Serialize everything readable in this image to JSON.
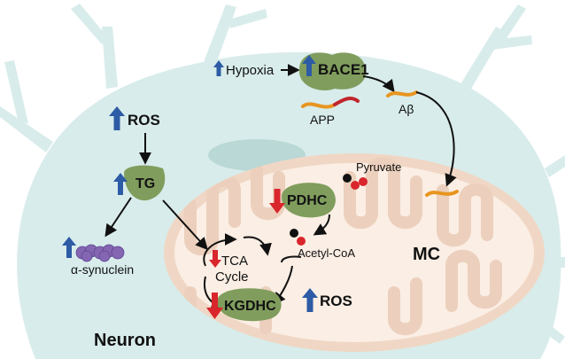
{
  "labels": {
    "hypoxia": "Hypoxia",
    "bace1": "BACE1",
    "app": "APP",
    "abeta": "Aβ",
    "ros_top": "ROS",
    "tg": "TG",
    "pdhc": "PDHC",
    "pyruvate": "Pyruvate",
    "acetyl_coa": "Acetyl-CoA",
    "mc": "MC",
    "alpha_synuclein": "α-synuclein",
    "tca_line1": "TCA",
    "tca_line2": "Cycle",
    "kgdhc": "KGDHC",
    "ros_bottom": "ROS",
    "neuron": "Neuron"
  },
  "colors": {
    "cell_body": "#d8eceb",
    "mito_outer": "#f0d7c5",
    "mito_inner": "#fbeee4",
    "enzyme": "#809d5d",
    "arrow_up": "#2d5ba5",
    "arrow_down": "#d9252c",
    "peptide": "#e8951f",
    "peptide_red": "#c0262c",
    "synuclein": "#8466b3"
  },
  "icons": {
    "up_arrow": "blue-up-arrow-icon",
    "down_arrow": "red-down-arrow-icon"
  }
}
